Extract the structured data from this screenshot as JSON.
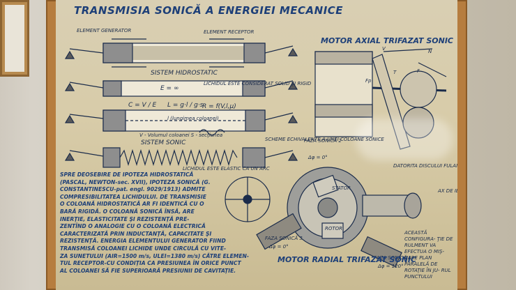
{
  "poster": {
    "title": "TRANSMISIA SONICĂ A ENERGIEI MECANICE",
    "labels": {
      "element_generator": "ELEMENT GENERATOR",
      "element_receptor": "ELEMENT RECEPTOR",
      "sistem_hidrostatic": "SISTEM HIDROSTATIC",
      "infinite_e": "E = ∞",
      "lichidul_note": "LICHIDUL ESTE CONSIDERAT SOLID ŞI RIGID",
      "formula_c": "C = V / E",
      "formula_l": "L = g·l / g·s",
      "formula_r": "R = f(V,l,μ)",
      "lungimea_coloanei": "l (lungimea coloanei)",
      "volumul_coloanei": "V - Volumul coloanei  S - secţiunea",
      "scheme_echivalente": "SCHEME ECHIVALENTE A UNEI COLOANE SONICE",
      "sistem_sonic": "SISTEM SONIC",
      "lichidul_elastic": "LICHIDUL ESTE ELASTIC CA UN ARC",
      "motor_axial": "MOTOR AXIAL TRIFAZAT SONIC",
      "faza_sonica_1": "FAZA SONICĂ 2",
      "faza_sonica_1_value": "Δφ = 0°",
      "datorita": "DATORITA DISCULUI FULANT VA APARE O FORTA DE ROTATIE \"T\"",
      "ax_de_iesire": "AX DE IEŞIRE",
      "stator": "STATOR",
      "rotor": "ROTOR",
      "faza_sonica_bottom": "FAZA SONICĂ 3",
      "faza_sonica_bottom_value": "Δφ = 0°",
      "faza_sonica_right": "FAZA SONICĂ 1",
      "faza_sonica_right_value": "Δφ = 120°",
      "motor_radial": "MOTOR RADIAL TRIFAZAT SONIC",
      "aceasta_config": "ACEASTĂ CONFIGURA- ŢIE DE RULMENT VA EFECTUA O MIŞ- CARE PLAN PARALELĂ DE ROTAŢIE ÎN JU- RUL PUNCTULUI",
      "v_label": "V",
      "n_label": "N",
      "f_label": "F",
      "t_label": "T",
      "fp_label": "Fp"
    },
    "paragraph": [
      "SPRE DEOSEBIRE DE IPOTEZA HIDROSTATICĂ",
      "(PASCAL, NEWTON-sec. XVII), IPOTEZA SONICĂ (G.",
      "CONSTANTINESCU-pat. engl. 9029/1913) ADMITE",
      "COMPRESIBILITATEA LICHIDULUI. DE TRANSMISIE",
      "O COLOANĂ HIDROSTATICĂ AR FI IDENTICĂ CU O",
      "BARĂ RIGIDĂ. O COLOANĂ SONICĂ ÎNSĂ, ARE",
      "INERŢIE, ELASTICITATE ŞI REZISTENŢĂ PRE-",
      "ZENTÎND O ANALOGIE CU O COLOANĂ ELECTRICĂ",
      "CARACTERIZATĂ PRIN INDUCTANŢĂ, CAPACITATE ŞI",
      "REZISTENŢĂ. ENERGIA ELEMENTULUI GENERATOR FIIND",
      "TRANSMISĂ COLOANEI LICHIDE UNDE CIRCULĂ CU VITE-",
      "ZA SUNETULUI (AIR=1500 m/s, ULEI=1380 m/s) CĂTRE ELEMEN-",
      "TUL RECEPTOR-CU CONDIŢIA CA PRESIUNEA ÎN ORICE PUNCT",
      "AL COLOANEI SĂ FIE SUPERIOARĂ PRESIUNII DE CAVITAŢIE."
    ]
  }
}
